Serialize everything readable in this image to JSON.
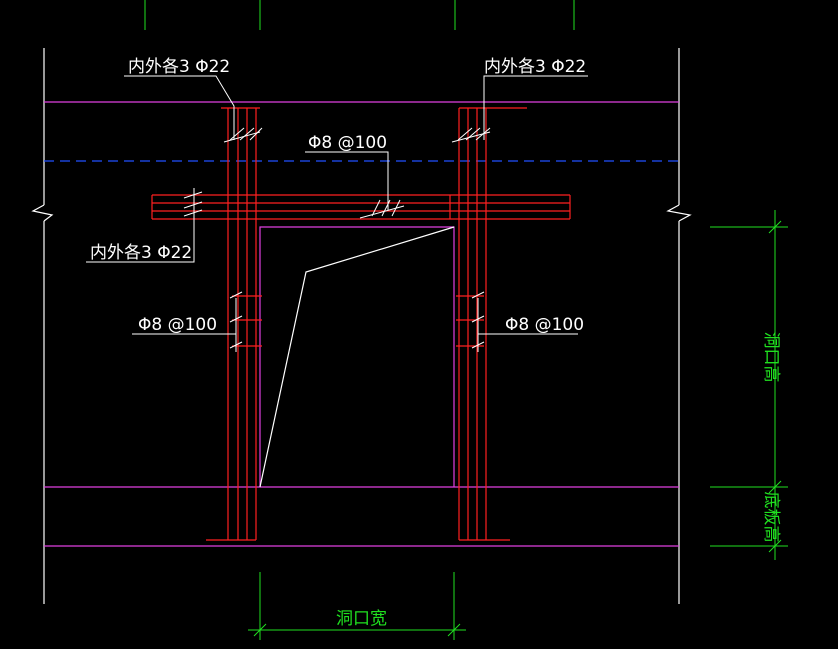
{
  "labels": {
    "rebar_top_left": "内外各3 Φ22",
    "rebar_top_right": "内外各3 Φ22",
    "rebar_mid_left": "内外各3 Φ22",
    "stirrup_top": "Φ8 @100",
    "stirrup_left": "Φ8 @100",
    "stirrup_right": "Φ8 @100",
    "dim_opening_height": "洞口高",
    "dim_bottom_slab_height": "底板高",
    "dim_opening_width": "洞口宽"
  },
  "colors": {
    "background": "#000000",
    "wall_line": "#ffffff",
    "slab_line": "#e040e0",
    "rebar": "#ff2020",
    "dashed": "#2050ff",
    "dimension": "#20e020",
    "leader": "#ffffff"
  }
}
